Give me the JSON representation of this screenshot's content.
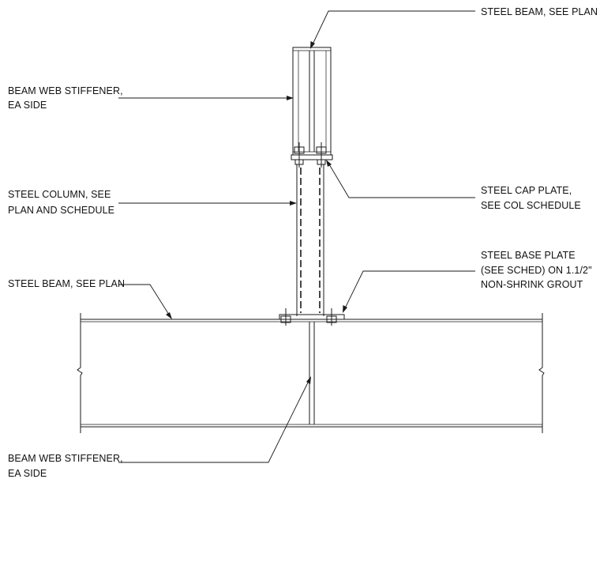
{
  "labels": {
    "top_beam": "STEEL BEAM, SEE PLAN",
    "upper_stiffener_1": "BEAM WEB STIFFENER,",
    "upper_stiffener_2": "EA SIDE",
    "column_1": "STEEL COLUMN, SEE",
    "column_2": "PLAN AND SCHEDULE",
    "cap_plate_1": "STEEL CAP PLATE,",
    "cap_plate_2": "SEE COL SCHEDULE",
    "base_plate_1": "STEEL BASE PLATE",
    "base_plate_2": "(SEE SCHED) ON 1.1/2\"",
    "base_plate_3": "NON-SHRINK GROUT",
    "lower_beam": "STEEL BEAM, SEE PLAN",
    "lower_stiffener_1": "BEAM WEB STIFFENER,",
    "lower_stiffener_2": "EA SIDE"
  }
}
